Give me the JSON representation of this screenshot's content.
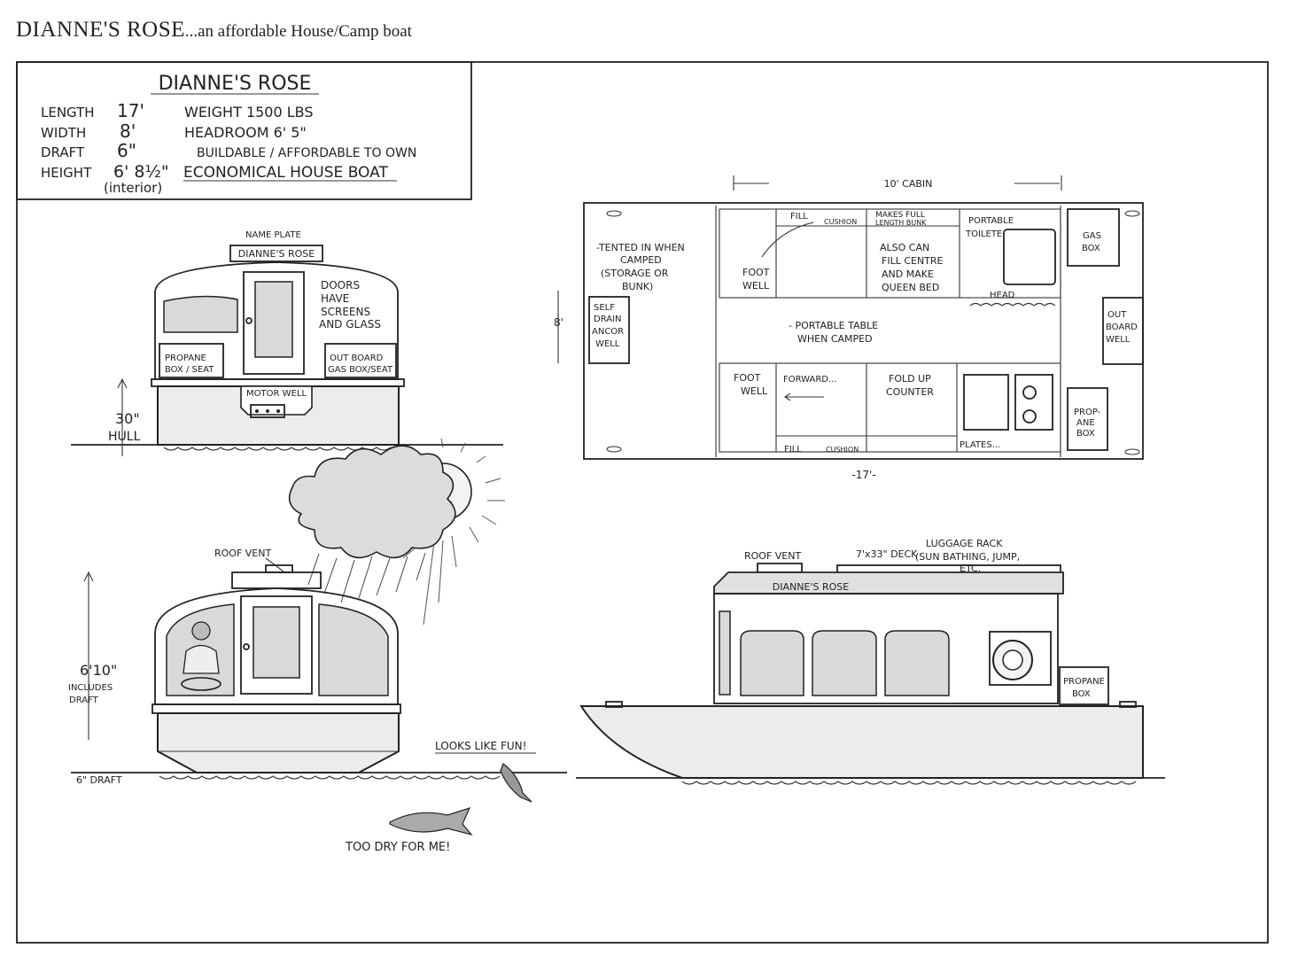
{
  "page": {
    "title": "DIANNE'S ROSE",
    "subtitle": "...an affordable House/Camp boat"
  },
  "specs": {
    "heading": "DIANNE'S ROSE",
    "rows": [
      {
        "label": "LENGTH",
        "value": "17'"
      },
      {
        "label": "WIDTH",
        "value": "8'"
      },
      {
        "label": "DRAFT",
        "value": "6\""
      },
      {
        "label": "HEIGHT",
        "value": "6' 8½\""
      }
    ],
    "interior_note": "(interior)",
    "weight": "WEIGHT 1500 LBS",
    "headroom": "HEADROOM 6' 5\"",
    "buildable": "BUILDABLE / AFFORDABLE TO OWN",
    "economical": "ECONOMICAL HOUSE BOAT"
  },
  "rear_view": {
    "name_plate_label": "NAME PLATE",
    "name_plate": "DIANNE'S ROSE",
    "doors_note": [
      "DOORS",
      "HAVE",
      "SCREENS",
      "AND GLASS"
    ],
    "propane": [
      "PROPANE",
      "BOX / SEAT"
    ],
    "outboard": [
      "OUT BOARD",
      "GAS BOX/SEAT"
    ],
    "motor_well": "MOTOR WELL",
    "hull_height": [
      "30\"",
      "HULL"
    ]
  },
  "plan": {
    "cabin": "10' CABIN",
    "width": "8'",
    "length": "-17'-",
    "tented": [
      "-TENTED IN WHEN",
      "CAMPED",
      "(STORAGE OR",
      "BUNK)"
    ],
    "self_drain": [
      "SELF",
      "DRAIN",
      "ANCOR",
      "WELL"
    ],
    "foot_well": [
      "FOOT",
      "WELL"
    ],
    "fill": "FILL",
    "cushion": "CUSHION",
    "makes_full": [
      "MAKES FULL",
      "LENGTH BUNK"
    ],
    "also_can": [
      "ALSO CAN",
      "FILL CENTRE",
      "AND MAKE",
      "QUEEN BED"
    ],
    "portable_toilet": [
      "PORTABLE",
      "TOILETE"
    ],
    "head": "HEAD",
    "gas_box": [
      "GAS",
      "BOX"
    ],
    "portable_table": [
      "- PORTABLE TABLE",
      "WHEN CAMPED"
    ],
    "outboard_well": [
      "OUT",
      "BOARD",
      "WELL"
    ],
    "forward": "FORWARD...",
    "fold_up": [
      "FOLD UP",
      "COUNTER"
    ],
    "plates": "PLATES...",
    "propane_box": [
      "PROP-",
      "ANE",
      "BOX"
    ]
  },
  "front_view": {
    "roof_vent": "ROOF VENT",
    "height": [
      "6'10\"",
      "INCLUDES",
      "DRAFT"
    ],
    "draft": "6\" DRAFT"
  },
  "side_view": {
    "roof_vent": "ROOF VENT",
    "deck": "7'x33\" DECK",
    "luggage": [
      "LUGGAGE RACK",
      "(SUN BATHING, JUMP,",
      "ETC."
    ],
    "name": "DIANNE'S ROSE",
    "propane": [
      "PROPANE",
      "BOX"
    ]
  },
  "captions": {
    "fun": "LOOKS LIKE FUN!",
    "dry": "TOO DRY FOR ME!"
  }
}
